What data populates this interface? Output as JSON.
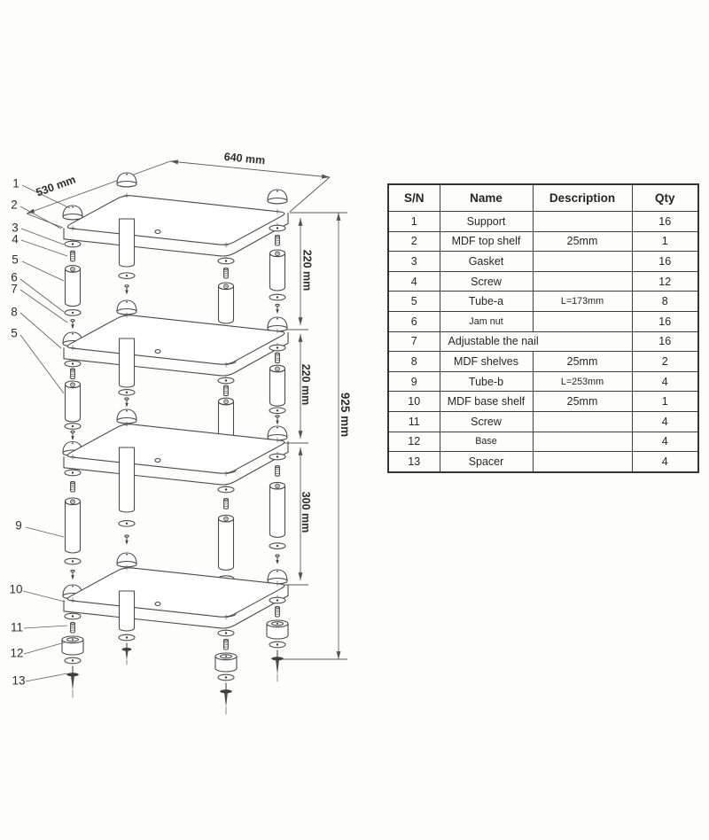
{
  "figure": {
    "dimensions": {
      "top_width": "640 mm",
      "top_depth": "530 mm",
      "upper_gap": "220 mm",
      "middle_gap": "220 mm",
      "lower_gap": "300 mm",
      "total_height": "925 mm"
    },
    "callouts": [
      "1",
      "2",
      "3",
      "4",
      "5",
      "6",
      "7",
      "8",
      "5",
      "9",
      "10",
      "11",
      "12",
      "13"
    ]
  },
  "table": {
    "headers": [
      "S/N",
      "Name",
      "Description",
      "Qty"
    ],
    "rows": [
      {
        "sn": "1",
        "name": "Support",
        "desc": "",
        "qty": "16"
      },
      {
        "sn": "2",
        "name": "MDF top shelf",
        "desc": "25mm",
        "qty": "1"
      },
      {
        "sn": "3",
        "name": "Gasket",
        "desc": "",
        "qty": "16"
      },
      {
        "sn": "4",
        "name": "Screw",
        "desc": "",
        "qty": "12"
      },
      {
        "sn": "5",
        "name": "Tube-a",
        "desc": "L=173mm",
        "qty": "8"
      },
      {
        "sn": "6",
        "name": "Jam nut",
        "desc": "",
        "qty": "16"
      },
      {
        "sn": "7",
        "name": "Adjustable the nail",
        "desc": "",
        "qty": "16",
        "span": true
      },
      {
        "sn": "8",
        "name": "MDF shelves",
        "desc": "25mm",
        "qty": "2"
      },
      {
        "sn": "9",
        "name": "Tube-b",
        "desc": "L=253mm",
        "qty": "4"
      },
      {
        "sn": "10",
        "name": "MDF base shelf",
        "desc": "25mm",
        "qty": "1"
      },
      {
        "sn": "11",
        "name": "Screw",
        "desc": "",
        "qty": "4"
      },
      {
        "sn": "12",
        "name": "Base",
        "desc": "",
        "qty": "4"
      },
      {
        "sn": "13",
        "name": "Spacer",
        "desc": "",
        "qty": "4"
      }
    ]
  }
}
